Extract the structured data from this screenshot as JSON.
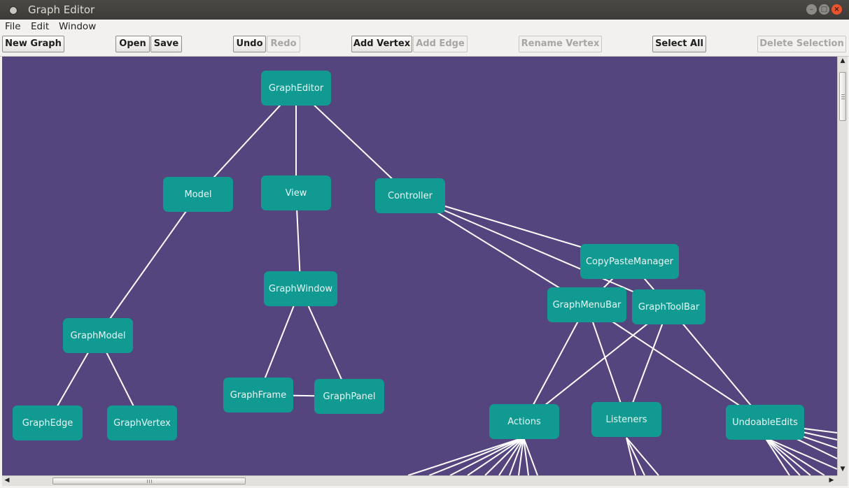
{
  "window": {
    "title": "Graph Editor"
  },
  "menu": {
    "file": "File",
    "edit": "Edit",
    "window": "Window"
  },
  "toolbar": {
    "new_graph": "New Graph",
    "open": "Open",
    "save": "Save",
    "undo": "Undo",
    "redo": "Redo",
    "add_vertex": "Add Vertex",
    "add_edge": "Add Edge",
    "rename_vertex": "Rename Vertex",
    "select_all": "Select All",
    "delete_selection": "Delete Selection"
  },
  "graph": {
    "vertices": {
      "grapheditor": "GraphEditor",
      "model": "Model",
      "view": "View",
      "controller": "Controller",
      "graphwindow": "GraphWindow",
      "copypastemanager": "CopyPasteManager",
      "graphmenubar": "GraphMenuBar",
      "graphtoolbar": "GraphToolBar",
      "graphmodel": "GraphModel",
      "graphframe": "GraphFrame",
      "graphpanel": "GraphPanel",
      "graphedge": "GraphEdge",
      "graphvertex": "GraphVertex",
      "actions": "Actions",
      "listeners": "Listeners",
      "undoableedits": "UndoableEdits"
    },
    "edges": [
      [
        "grapheditor",
        "model"
      ],
      [
        "grapheditor",
        "view"
      ],
      [
        "grapheditor",
        "controller"
      ],
      [
        "model",
        "graphmodel"
      ],
      [
        "graphmodel",
        "graphedge"
      ],
      [
        "graphmodel",
        "graphvertex"
      ],
      [
        "view",
        "graphwindow"
      ],
      [
        "graphwindow",
        "graphframe"
      ],
      [
        "graphwindow",
        "graphpanel"
      ],
      [
        "graphframe",
        "graphpanel"
      ],
      [
        "controller",
        "copypastemanager"
      ],
      [
        "controller",
        "graphmenubar"
      ],
      [
        "controller",
        "graphtoolbar"
      ],
      [
        "copypastemanager",
        "graphmenubar"
      ],
      [
        "copypastemanager",
        "graphtoolbar"
      ],
      [
        "graphmenubar",
        "actions"
      ],
      [
        "graphmenubar",
        "listeners"
      ],
      [
        "graphmenubar",
        "undoableedits"
      ],
      [
        "graphtoolbar",
        "actions"
      ],
      [
        "graphtoolbar",
        "listeners"
      ],
      [
        "graphtoolbar",
        "undoableedits"
      ]
    ]
  },
  "colors": {
    "canvas": "#55457f",
    "vertex": "#119a91",
    "edge": "#ffffff"
  }
}
